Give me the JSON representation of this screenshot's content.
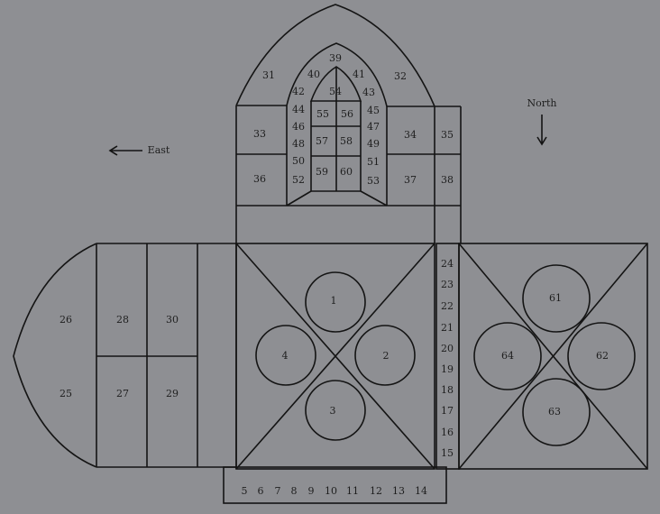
{
  "compass": {
    "east": "East",
    "north": "North"
  },
  "panels": {
    "arch": {
      "p31": "31",
      "p32": "32",
      "p33": "33",
      "p34": "34",
      "p35": "35",
      "p36": "36",
      "p37": "37",
      "p38": "38"
    },
    "window": {
      "p39": "39",
      "p40": "40",
      "p41": "41",
      "p42": "42",
      "p43": "43",
      "p44": "44",
      "p45": "45",
      "p46": "46",
      "p47": "47",
      "p48": "48",
      "p49": "49",
      "p50": "50",
      "p51": "51",
      "p52": "52",
      "p53": "53",
      "p54": "54",
      "p55": "55",
      "p56": "56",
      "p57": "57",
      "p58": "58",
      "p59": "59",
      "p60": "60"
    },
    "center_circles": {
      "p1": "1",
      "p2": "2",
      "p3": "3",
      "p4": "4"
    },
    "strip": [
      "24",
      "23",
      "22",
      "21",
      "20",
      "19",
      "18",
      "17",
      "16",
      "15"
    ],
    "bottom": [
      "5",
      "6",
      "7",
      "8",
      "9",
      "10",
      "11",
      "12",
      "13",
      "14"
    ],
    "right_circles": {
      "p61": "61",
      "p62": "62",
      "p63": "63",
      "p64": "64"
    },
    "left": {
      "p25": "25",
      "p26": "26",
      "p27": "27",
      "p28": "28",
      "p29": "29",
      "p30": "30"
    }
  }
}
